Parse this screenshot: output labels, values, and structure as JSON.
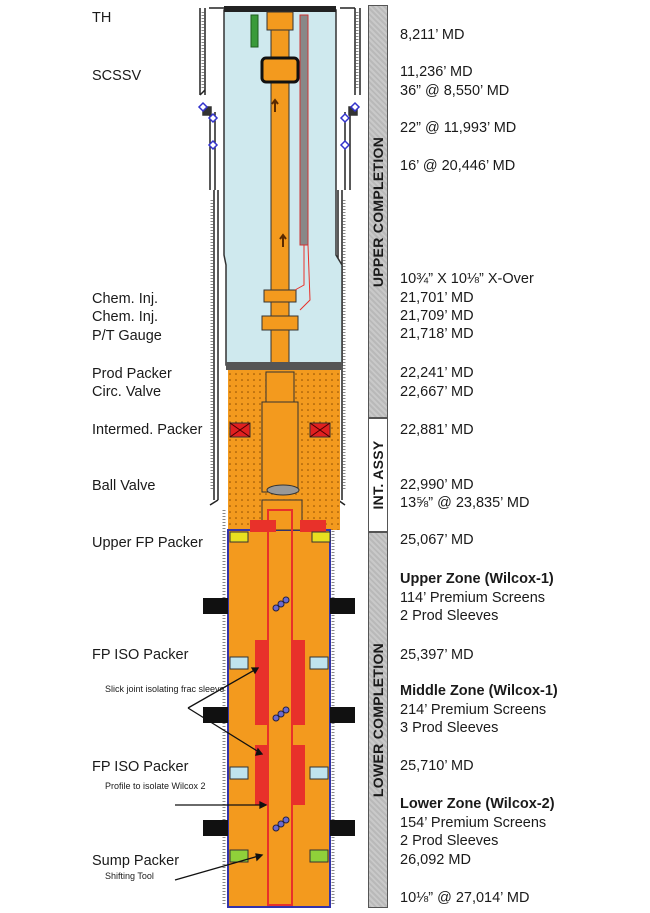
{
  "left_labels": {
    "th": "TH",
    "scssv": "SCSSV",
    "chem_inj_1": "Chem. Inj.",
    "chem_inj_2": "Chem. Inj.",
    "pt_gauge": "P/T Gauge",
    "prod_packer": "Prod Packer",
    "circ_valve": "Circ. Valve",
    "intermed_packer": "Intermed. Packer",
    "ball_valve": "Ball Valve",
    "upper_fp_packer": "Upper FP Packer",
    "fp_iso_packer_1": "FP ISO Packer",
    "slick_joint": "Slick joint isolating frac sleeve",
    "fp_iso_packer_2": "FP ISO Packer",
    "profile": "Profile to isolate Wilcox 2",
    "sump_packer": "Sump Packer",
    "shifting_tool": "Shifting Tool"
  },
  "right_labels": {
    "th_md": "8,211’ MD",
    "scssv_md": "11,236’ MD",
    "casing_36": "36” @ 8,550’ MD",
    "casing_22": "22” @ 11,993’ MD",
    "casing_16": "16’ @ 20,446’ MD",
    "xover": "10¾” X 10⅛” X-Over",
    "chem_inj_1_md": "21,701’ MD",
    "chem_inj_2_md": "21,709’ MD",
    "pt_gauge_md": "21,718’ MD",
    "prod_packer_md": "22,241’ MD",
    "circ_valve_md": "22,667’ MD",
    "intermed_packer_md": "22,881’ MD",
    "ball_valve_md": "22,990’ MD",
    "casing_13": "13⅝” @ 23,835’ MD",
    "upper_fp_packer_md": "25,067’ MD",
    "upper_zone_title": "Upper Zone (Wilcox-1)",
    "upper_zone_screens": "114’ Premium Screens",
    "upper_zone_sleeves": "2 Prod Sleeves",
    "fp_iso_1_md": "25,397’ MD",
    "middle_zone_title": "Middle Zone (Wilcox-1)",
    "middle_zone_screens": "214’ Premium Screens",
    "middle_zone_sleeves": "3 Prod Sleeves",
    "fp_iso_2_md": "25,710’ MD",
    "lower_zone_title": "Lower Zone (Wilcox-2)",
    "lower_zone_screens": "154’ Premium Screens",
    "lower_zone_sleeves": "2 Prod Sleeves",
    "sump_md": "26,092 MD",
    "casing_10": "10⅛” @ 27,014’ MD"
  },
  "sections": {
    "upper": "UPPER COMPLETION",
    "int": "INT. ASSY",
    "lower": "LOWER COMPLETION"
  },
  "colors": {
    "orange": "#f39a1e",
    "fluid": "#cfe9ee",
    "red": "#e8312a",
    "packer_red": "#e02020",
    "packer_yellow": "#e8e020",
    "packer_blue": "#bfe3ee",
    "packer_green": "#8fd03a"
  }
}
